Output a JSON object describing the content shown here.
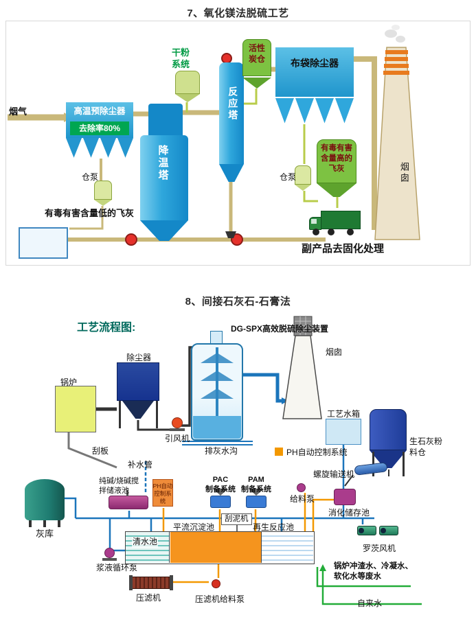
{
  "titles": {
    "diagram1": "7、氧化镁法脱硫工艺",
    "diagram2": "8、间接石灰石-石膏法"
  },
  "colors": {
    "equipment_blue": "#2fa7dc",
    "deep_blue": "#1488c8",
    "green_vessel": "#7dc242",
    "pale_green_vessel": "#dbe8a2",
    "pipe_tan": "#c9b87a",
    "pump_red": "#e5312b",
    "truck_green": "#1f7a33",
    "chimney_band_orange": "#e87b1e",
    "navy_silo": "#1f3d99",
    "pool_orange": "#f5941e",
    "line_blue": "#1b75bb",
    "line_orange": "#f39800",
    "line_green": "#22ac38",
    "magenta_tank": "#aa3c8c",
    "flow_title_teal": "#00695c"
  },
  "d1": {
    "flue_gas": "烟气",
    "pre_deduster": "高温预除尘器",
    "removal_rate": "去除率80%",
    "dry_powder_system": "干粉\n系统",
    "activated_carbon_silo": "活性\n炭仓",
    "reaction_tower": "反应塔",
    "bag_filter": "布袋除尘器",
    "cooling_tower": "降温塔",
    "silo_pump_left": "仓泵",
    "silo_pump_right": "仓泵",
    "low_toxic_ash": "有毒有害含量低的飞灰",
    "high_toxic_ash": "有毒有害\n含量高的\n飞灰",
    "chimney": "烟囱",
    "byproduct_note": "副产品去固化处理"
  },
  "d2": {
    "flow_chart_title": "工艺流程图:",
    "device_title": "DG-SPX高效脱硫除尘装置",
    "boiler": "锅炉",
    "dust_collector": "除尘器",
    "induced_fan": "引风机",
    "scraper": "刮板",
    "chimney": "烟囱",
    "ash_drain": "排灰水沟",
    "ph_control_right": "PH自动控制系统",
    "process_water_tank": "工艺水箱",
    "lime_silo": "生石灰粉\n料仓",
    "screw_conveyor": "螺旋输送机",
    "makeup_water_pipe": "补水管",
    "alkali_storage": "纯碱/烧碱搅\n拌储液池",
    "ph_control_left": "PH自动\n控制系统",
    "pac_system": "PAC\n制备系统",
    "pam_system": "PAM\n制备系统",
    "feed_pump": "给料泵",
    "digestion_pool": "消化储存池",
    "ash_storage": "灰库",
    "clean_water_pool": "清水池",
    "sedimentation_pool": "平流沉淀池",
    "mud_scraper": "刮泥机",
    "regeneration_pool": "再生反应池",
    "roots_blower": "罗茨风机",
    "slurry_pump": "浆液循环泵",
    "wastewater_note": "锅炉冲渣水、冷凝水、\n软化水等废水",
    "filter_press": "压滤机",
    "filter_press_feed_pump": "压滤机给料泵",
    "tap_water": "自来水"
  }
}
